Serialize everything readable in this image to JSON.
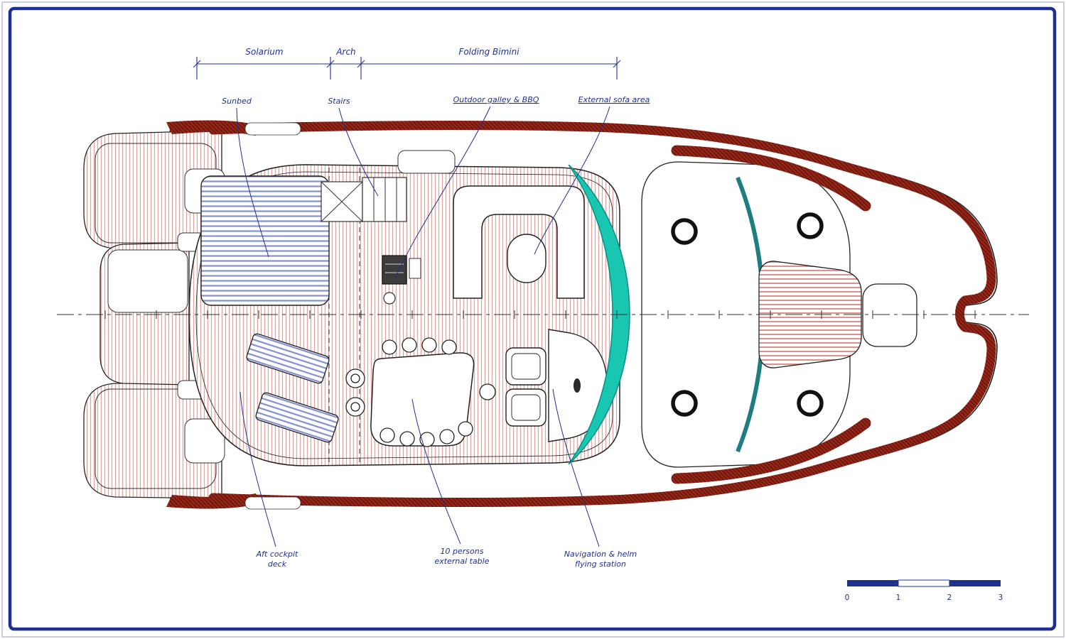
{
  "labels": {
    "solarium": "Solarium",
    "arch": "Arch",
    "folding_bimini": "Folding Bimini",
    "sunbed": "Sunbed",
    "stairs": "Stairs",
    "outdoor_galley": "Outdoor galley & BBQ",
    "external_sofa": "External sofa area",
    "aft_cockpit_1": "Aft cockpit",
    "aft_cockpit_2": "deck",
    "external_table_1": "10 persons",
    "external_table_2": "external  table",
    "helm_1": "Navigation & helm",
    "helm_2": "flying station"
  },
  "scale_bar": {
    "tick_0": "0",
    "tick_1": "1",
    "tick_2": "2",
    "tick_3": "3"
  },
  "colors": {
    "border_navy": "#1e2f8f",
    "annotation_navy": "#20308f",
    "hull_maroon": "#8a1a0e",
    "deck_pink_hatch": "#dfa59f",
    "windshield_teal": "#19c6b1",
    "stripe_blue": "#8391cf"
  }
}
